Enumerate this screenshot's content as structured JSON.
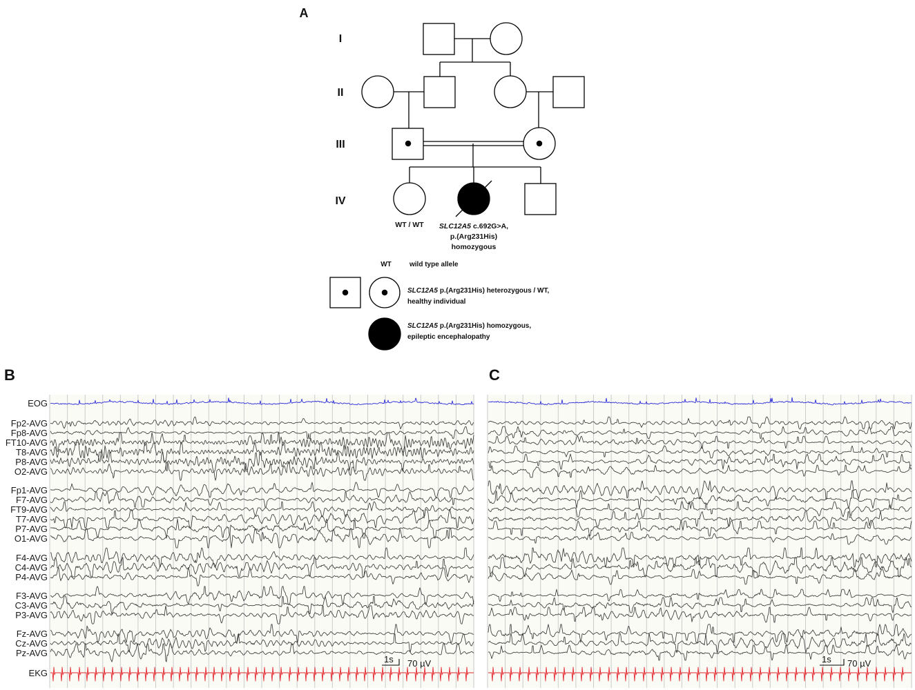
{
  "figure": {
    "panel_a": {
      "label": "A",
      "generations": [
        "I",
        "II",
        "III",
        "IV"
      ],
      "individual_iv_1": {
        "genotype": "WT / WT"
      },
      "individual_iv_2": {
        "gene": "SLC12A5",
        "variant": "c.692G>A,",
        "protein": "p.(Arg231His)",
        "zygosity": "homozygous"
      },
      "legend": {
        "wt_abbreviation": "WT",
        "wt_description": "wild type allele",
        "carrier_gene": "SLC12A5",
        "carrier_line1": "p.(Arg231His) heterozygous / WT,",
        "carrier_line2": "healthy individual",
        "affected_gene": "SLC12A5",
        "affected_line1": "p.(Arg231His) homozygous,",
        "affected_line2": "epileptic encephalopathy"
      }
    },
    "panel_b": {
      "label": "B",
      "channels": [
        "EOG",
        "Fp2-AVG",
        "Fp8-AVG",
        "FT10-AVG",
        "T8-AVG",
        "P8-AVG",
        "O2-AVG",
        "Fp1-AVG",
        "F7-AVG",
        "FT9-AVG",
        "T7-AVG",
        "P7-AVG",
        "O1-AVG",
        "F4-AVG",
        "C4-AVG",
        "P4-AVG",
        "F3-AVG",
        "C3-AVG",
        "P3-AVG",
        "Fz-AVG",
        "Cz-AVG",
        "Pz-AVG",
        "EKG"
      ],
      "scale_time": "1s",
      "scale_amplitude": "70 µV"
    },
    "panel_c": {
      "label": "C",
      "scale_time": "1s",
      "scale_amplitude": "70 µV"
    }
  },
  "colors": {
    "eog": "#2b2bd8",
    "ekg": "#e3242b",
    "eeg": "#3a3a3a",
    "grid": "#cacaca",
    "trace_background": "#fbfbf6"
  }
}
